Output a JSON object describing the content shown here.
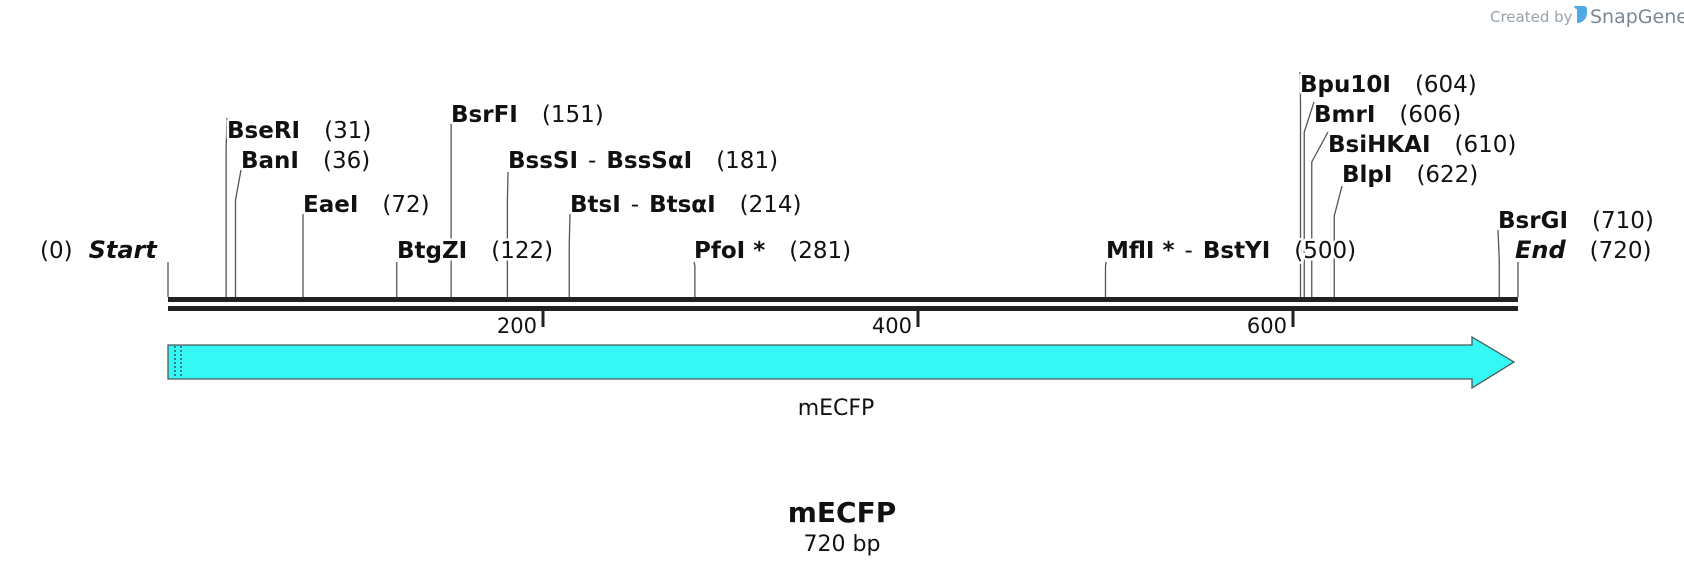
{
  "watermark": {
    "prefix": "Created by",
    "brand": "SnapGene",
    "logo_icon": "snapgene-logo-icon",
    "color": "#9aa3ad"
  },
  "sequence": {
    "name": "mECFP",
    "length_label": "720 bp",
    "length_bp": 720
  },
  "ends": {
    "start": {
      "label": "Start",
      "pos_text": "(0)",
      "pos": 0
    },
    "end": {
      "label": "End",
      "pos_text": "(720)",
      "pos": 720
    }
  },
  "ruler": {
    "ticks": [
      {
        "pos": 200,
        "label": "200"
      },
      {
        "pos": 400,
        "label": "400"
      },
      {
        "pos": 600,
        "label": "600"
      }
    ]
  },
  "sites": [
    {
      "id": "bseri",
      "name": "BseRI",
      "pos": 31,
      "pos_text": "(31)"
    },
    {
      "id": "bani",
      "name": "BanI",
      "pos": 36,
      "pos_text": "(36)"
    },
    {
      "id": "eaei",
      "name": "EaeI",
      "pos": 72,
      "pos_text": "(72)"
    },
    {
      "id": "btgzi",
      "name": "BtgZI",
      "pos": 122,
      "pos_text": "(122)"
    },
    {
      "id": "bsrfi",
      "name": "BsrFI",
      "pos": 151,
      "pos_text": "(151)"
    },
    {
      "id": "bsssi",
      "name": "BssSI",
      "alt": "BssSαI",
      "pos": 181,
      "pos_text": "(181)"
    },
    {
      "id": "btsi",
      "name": "BtsI",
      "alt": "BtsαI",
      "pos": 214,
      "pos_text": "(214)"
    },
    {
      "id": "pfoi",
      "name": "PfoI *",
      "pos": 281,
      "pos_text": "(281)"
    },
    {
      "id": "mfli",
      "name": "MflI *",
      "alt": "BstYI",
      "pos": 500,
      "pos_text": "(500)"
    },
    {
      "id": "bpu10i",
      "name": "Bpu10I",
      "pos": 604,
      "pos_text": "(604)"
    },
    {
      "id": "bmri",
      "name": "BmrI",
      "pos": 606,
      "pos_text": "(606)"
    },
    {
      "id": "bsihkai",
      "name": "BsiHKAI",
      "pos": 610,
      "pos_text": "(610)"
    },
    {
      "id": "blpi",
      "name": "BlpI",
      "pos": 622,
      "pos_text": "(622)"
    },
    {
      "id": "bsrgi",
      "name": "BsrGI",
      "pos": 710,
      "pos_text": "(710)"
    }
  ],
  "feature": {
    "label": "mECFP",
    "start": 0,
    "end": 720,
    "direction": "forward",
    "color": "#35f7f4"
  }
}
